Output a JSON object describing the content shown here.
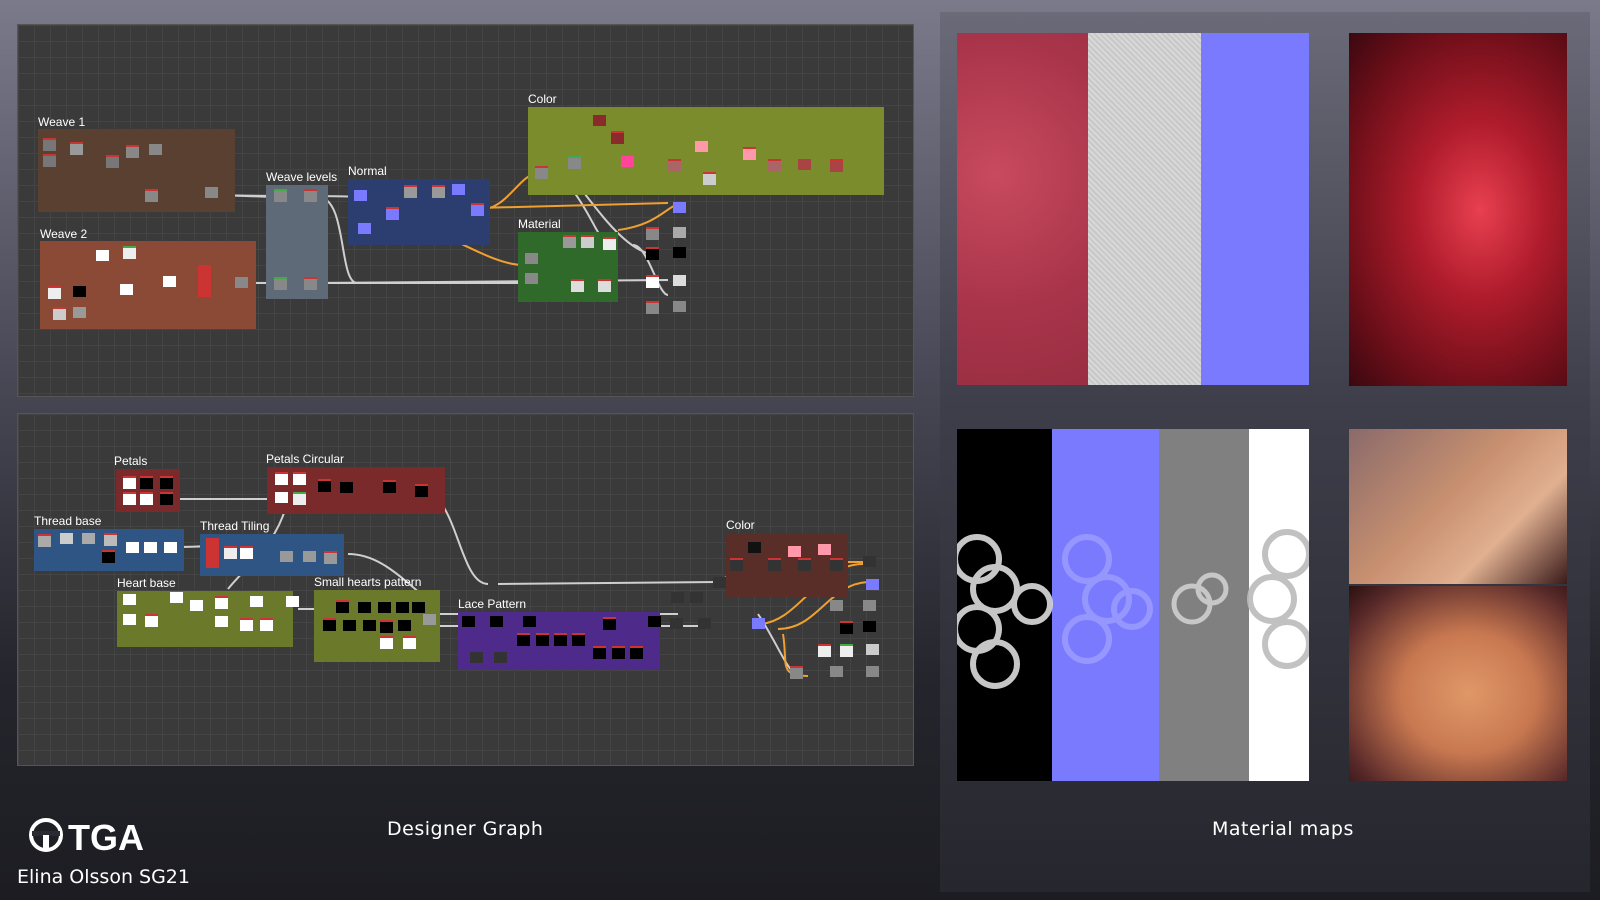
{
  "top_graph": {
    "frames": {
      "weave1": "Weave 1",
      "weave2": "Weave 2",
      "weave_levels": "Weave levels",
      "normal": "Normal",
      "color": "Color",
      "material": "Material"
    }
  },
  "bottom_graph": {
    "frames": {
      "petals": "Petals",
      "petals_circular": "Petals Circular",
      "thread_base": "Thread base",
      "thread_tiling": "Thread Tiling",
      "heart_base": "Heart base",
      "small_hearts": "Small hearts pattern",
      "lace_pattern": "Lace Pattern",
      "color": "Color"
    }
  },
  "captions": {
    "designer_graph": "Designer Graph",
    "material_maps": "Material maps"
  },
  "branding": {
    "logo": "TGA",
    "author": "Elina Olsson SG21"
  },
  "colors": {
    "weave1": "#5a4030",
    "weave2": "#8a4a35",
    "weave_levels": "#5e6a78",
    "normal": "#2c3e70",
    "color_top": "#7a8c2c",
    "material": "#2f6a2a",
    "petals": "#7a2a2a",
    "thread_base": "#2e5584",
    "heart_base": "#6a7a2a",
    "lace": "#4e2a8a",
    "color_bottom": "#5a2e28",
    "orange_wire": "#f0a030",
    "normal_map": "#7a7aff"
  }
}
